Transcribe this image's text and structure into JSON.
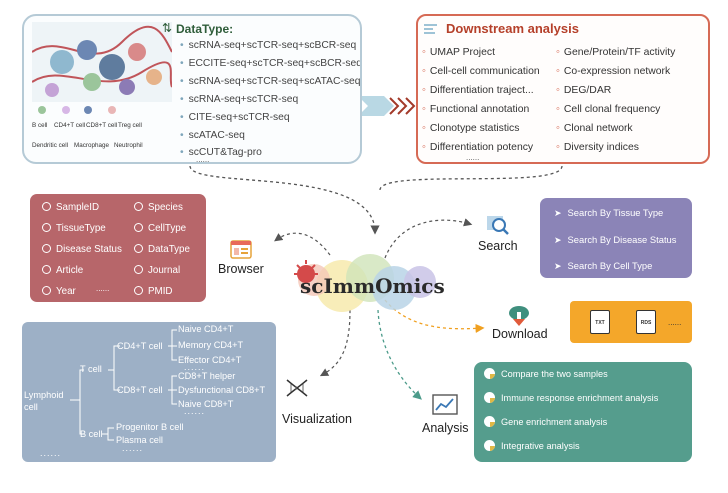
{
  "datatype": {
    "title": "DataType:",
    "items": [
      "scRNA-seq+scTCR-seq+scBCR-seq",
      "ECCITE-seq+scTCR-seq+scBCR-seq",
      "scRNA-seq+scTCR-seq+scATAC-seq",
      "scRNA-seq+scTCR-seq",
      "CITE-seq+scTCR-seq",
      "scATAC-seq",
      "scCUT&Tag-pro"
    ],
    "more": "......",
    "legend": [
      "B cell",
      "CD4+T cell",
      "CD8+T cell",
      "Treg cell",
      "Dendritic cell",
      "Macrophage",
      "Neutrophil"
    ]
  },
  "downstream": {
    "title": "Downstream analysis",
    "left": [
      "UMAP Project",
      "Cell-cell communication",
      "Differentiation traject...",
      "Functional annotation",
      "Clonotype statistics",
      "Differentiation potency"
    ],
    "right": [
      "Gene/Protein/TF activity",
      "Co-expression network",
      "DEG/DAR",
      "Cell clonal frequency",
      "Clonal network",
      "Diversity indices"
    ],
    "more": "......"
  },
  "browser": {
    "label": "Browser",
    "items": [
      "SampleID",
      "Species",
      "TissueType",
      "CellType",
      "Disease Status",
      "DataType",
      "Article",
      "Journal",
      "Year",
      "PMID"
    ],
    "more": "......"
  },
  "search": {
    "label": "Search",
    "items": [
      "Search By Tissue Type",
      "Search By Disease Status",
      "Search By Cell Type"
    ]
  },
  "download": {
    "label": "Download",
    "files": [
      "TXT",
      "RDS"
    ],
    "more": "......"
  },
  "center": {
    "logo": "scImmOmics"
  },
  "visualization": {
    "label": "Visualization",
    "root": "Lymphoid\ncell",
    "t_cell": "T cell",
    "b_cell": "B cell",
    "cd4": "CD4+T cell",
    "cd8": "CD8+T cell",
    "cd4_children": [
      "Naive CD4+T",
      "Memory CD4+T",
      "Effector CD4+T"
    ],
    "cd8_children": [
      "CD8+T helper",
      "Dysfunctional CD8+T",
      "Naive CD8+T"
    ],
    "b_children": [
      "Progenitor B cell",
      "Plasma cell"
    ],
    "more": "......"
  },
  "analysis": {
    "label": "Analysis",
    "items": [
      "Compare the two samples",
      "Immune response enrichment analysis",
      "Gene enrichment analysis",
      "Integrative analysis"
    ]
  },
  "colors": {
    "browser": "#b7666a",
    "search": "#8b84b7",
    "download": "#f4a72a",
    "visualization": "#9db0c6",
    "analysis": "#559d8d",
    "downstream": "#d66a55"
  }
}
